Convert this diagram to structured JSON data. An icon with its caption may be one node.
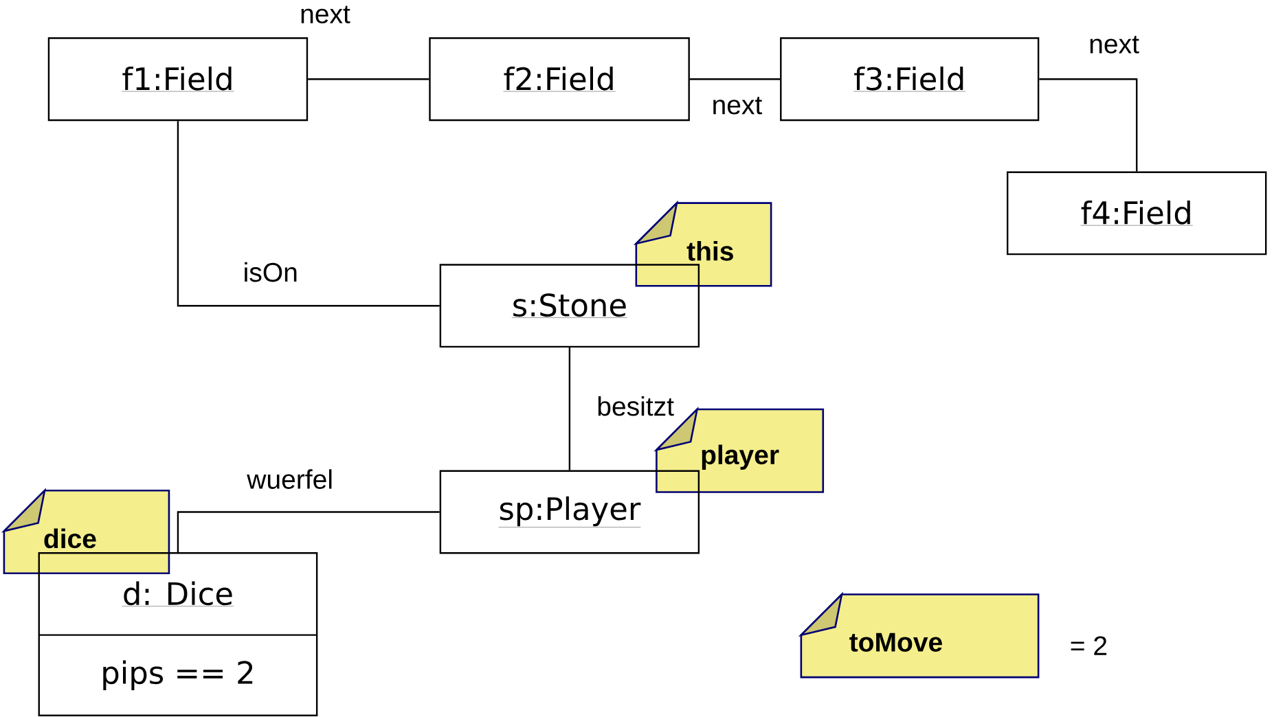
{
  "diagram": {
    "nodes": [
      {
        "text": [
          "f1:Field"
        ]
      },
      {
        "text": [
          "f2:Field"
        ]
      },
      {
        "text": [
          "f3:Field"
        ]
      },
      {
        "text": [
          "f4:Field"
        ]
      },
      {
        "text": [
          "this"
        ]
      },
      {
        "text": [
          "s:Stone"
        ]
      },
      {
        "text": [
          "player"
        ]
      },
      {
        "text": [
          "sp:Player"
        ]
      },
      {
        "text": [
          "dice"
        ]
      },
      {
        "text": [
          "d: Dice",
          "pips == 2"
        ]
      },
      {
        "text": [
          "toMove"
        ],
        "beside": [
          "= 2"
        ]
      }
    ],
    "edges": [
      {
        "from": 0,
        "to": 1,
        "arrow": "none",
        "label": "next"
      },
      {
        "from": 1,
        "to": 2,
        "arrow": "none",
        "label": "next"
      },
      {
        "from": 2,
        "to": 3,
        "arrow": "none",
        "label": "next"
      },
      {
        "from": 0,
        "to": 5,
        "arrow": "none",
        "label": "isOn"
      },
      {
        "from": 5,
        "to": 7,
        "arrow": "none",
        "label": "besitzt"
      },
      {
        "from": 7,
        "to": 9,
        "arrow": "none",
        "label": "wuerfel"
      }
    ]
  }
}
